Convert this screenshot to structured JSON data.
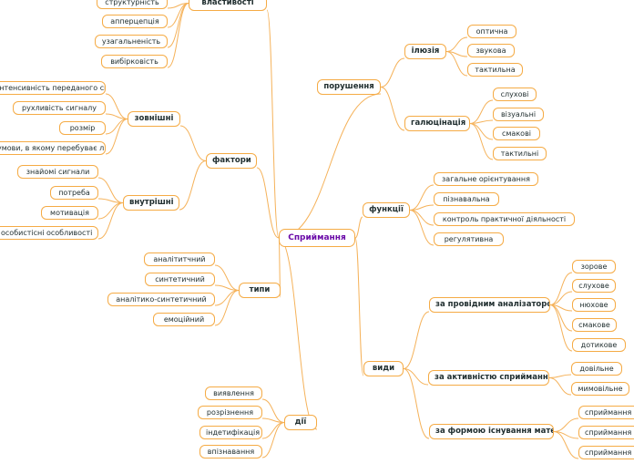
{
  "center": "Сприймання",
  "branches": {
    "vlastyvosti": {
      "label": "властивості",
      "items": [
        "структурність",
        "апперцепція",
        "узагальненість",
        "вибірковість"
      ]
    },
    "faktory": {
      "label": "фактори"
    },
    "zovnishni": {
      "label": "зовнішні",
      "items": [
        "інтенсивність переданого сигналу",
        "рухливість сигналу",
        "розмір",
        "умови, в якому перебуває людина"
      ]
    },
    "vnutrishni": {
      "label": "внутрішні",
      "items": [
        "знайомі  сигнали",
        "потреба",
        "мотивація",
        "особистісні особливості"
      ]
    },
    "typy": {
      "label": "типи",
      "items": [
        "аналітитчний",
        "синтетичний",
        "аналітико-синтетичний",
        "емоційний"
      ]
    },
    "dii": {
      "label": "дії",
      "items": [
        "виявлення",
        "розрізнення",
        "індетифікація",
        "впізнавання"
      ]
    },
    "porushennia": {
      "label": "порушення"
    },
    "iliuziia": {
      "label": "ілюзія",
      "items": [
        "оптична",
        "звукова",
        "тактильна"
      ]
    },
    "halutsynatsiia": {
      "label": "галюцінація",
      "items": [
        "слухові",
        "візуальні",
        "смакові",
        "тактильні"
      ]
    },
    "funktsii": {
      "label": "функції",
      "items": [
        "загальне орієнтування",
        "пізнавальна",
        "контроль практичної діяльності",
        "регулятивна"
      ]
    },
    "vydy": {
      "label": "види"
    },
    "analizator": {
      "label": "за провідним аналізатором",
      "items": [
        "зорове",
        "слухове",
        "нюхове",
        "смакове",
        "дотикове"
      ]
    },
    "aktyvnist": {
      "label": "за активністю сприймання",
      "items": [
        "довільне",
        "мимовільне"
      ]
    },
    "forma": {
      "label": "за формою існування матерії",
      "items": [
        "сприймання простору",
        "сприймання руху",
        "сприймання часу"
      ]
    }
  }
}
